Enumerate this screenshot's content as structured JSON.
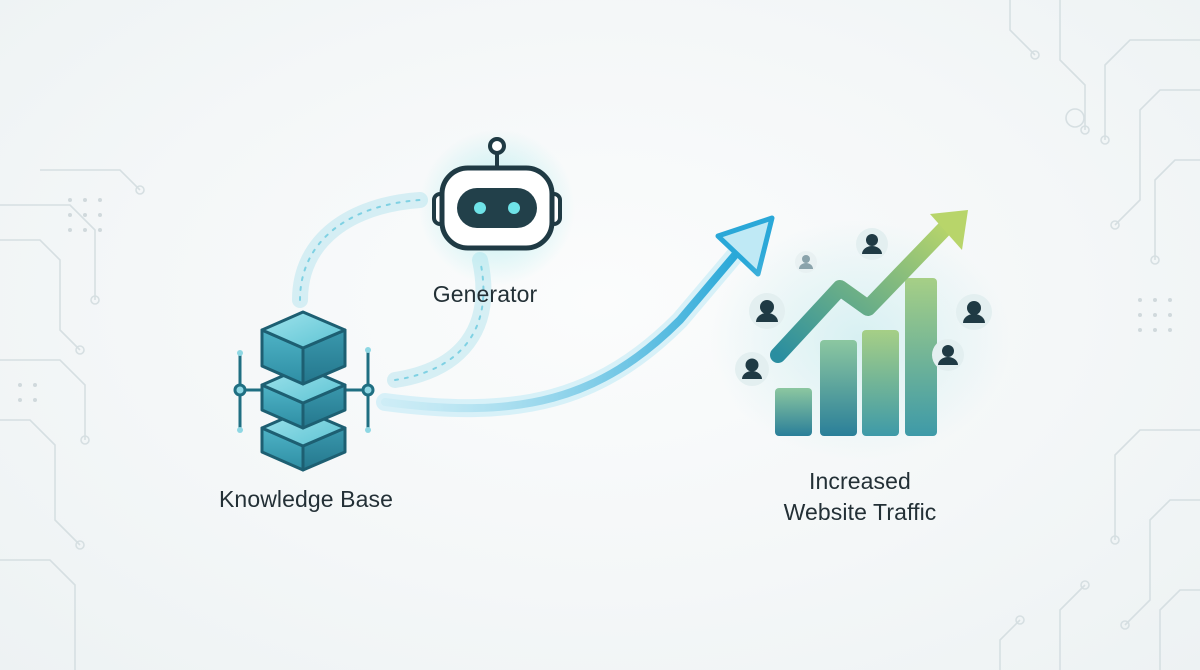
{
  "nodes": {
    "generator": {
      "label": "Generator",
      "icon": "robot-icon"
    },
    "knowledge_base": {
      "label": "Knowledge Base",
      "icon": "database-stack-icon"
    },
    "traffic": {
      "label_line1": "Increased",
      "label_line2": "Website Traffic",
      "icon": "growth-chart-icon"
    }
  },
  "colors": {
    "accent": "#3fb6d6",
    "teal": "#2a8ea0",
    "dark": "#1f3a44",
    "green": "#9cc46a",
    "text": "#233036"
  }
}
